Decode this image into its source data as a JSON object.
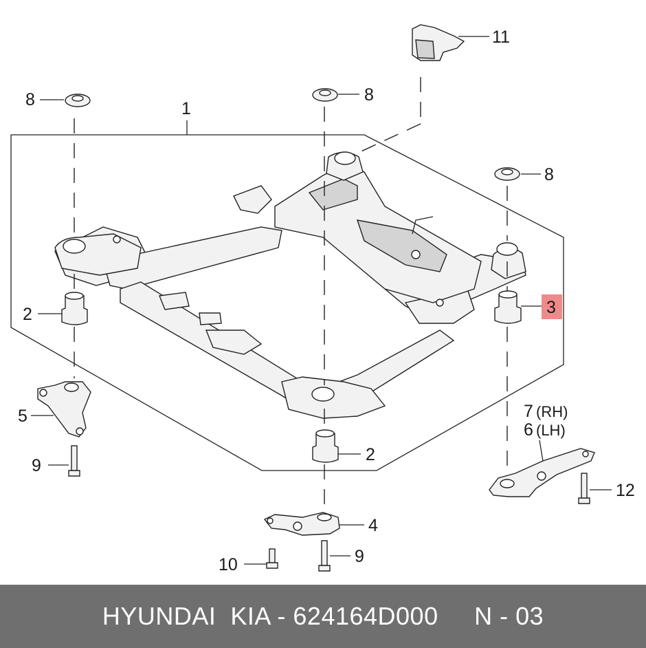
{
  "callouts": {
    "c1": "1",
    "c2a": "2",
    "c2b": "2",
    "c3": "3",
    "c4": "4",
    "c5": "5",
    "c6": "6",
    "c6_side": "(LH)",
    "c7": "7",
    "c7_side": "(RH)",
    "c8a": "8",
    "c8b": "8",
    "c8c": "8",
    "c9a": "9",
    "c9b": "9",
    "c10": "10",
    "c11": "11",
    "c12": "12"
  },
  "highlight": {
    "color": "#f08a8a",
    "part": "3"
  },
  "footer": {
    "text": "HYUNDAI  KIA - 624164D000     N - 03",
    "background": "#6f6f6f"
  }
}
